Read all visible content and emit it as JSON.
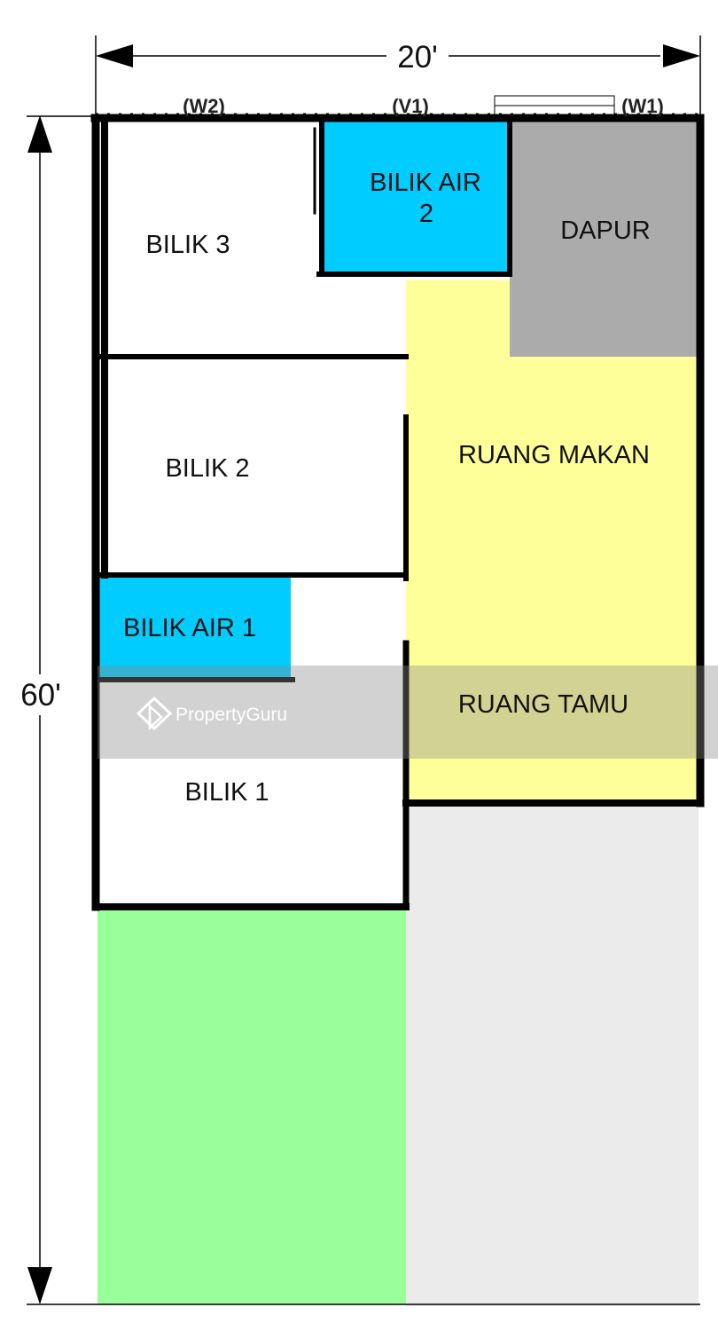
{
  "dimensions": {
    "width": "20'",
    "length": "60'"
  },
  "windows": {
    "w2": "(W2)",
    "v1": "(V1)",
    "w1": "(W1)"
  },
  "rooms": {
    "bilik_3": "BILIK 3",
    "bilik_air_2_line1": "BILIK AIR",
    "bilik_air_2_line2": "2",
    "dapur": "DAPUR",
    "bilik_2": "BILIK 2",
    "ruang_makan": "RUANG MAKAN",
    "bilik_air_1": "BILIK AIR 1",
    "ruang_tamu": "RUANG TAMU",
    "bilik_1": "BILIK 1"
  },
  "watermark": {
    "text": "PropertyGuru",
    "icon": "propertyguru-logo-icon"
  },
  "colors": {
    "bathroom": "#00CCFF",
    "kitchen": "#ABABAB",
    "dining_living": "#FFFF99",
    "garden": "#99FF99",
    "porch": "#EBEBEB",
    "walls": "#000000"
  }
}
